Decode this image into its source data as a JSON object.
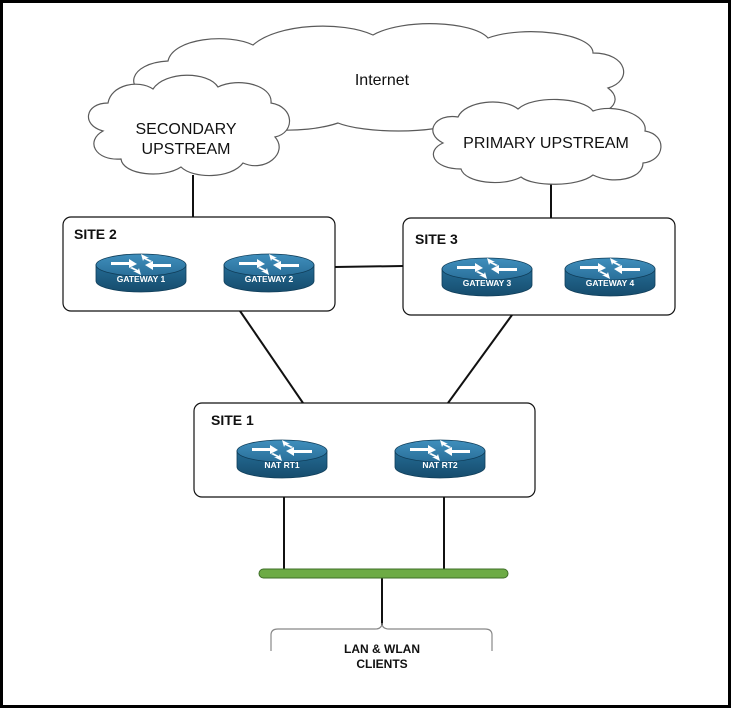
{
  "clouds": {
    "internet": "Internet",
    "secondary_line1": "SECONDARY",
    "secondary_line2": "UPSTREAM",
    "primary": "PRIMARY UPSTREAM"
  },
  "sites": {
    "site2": {
      "label": "SITE 2",
      "gateway_a": "GATEWAY 1",
      "gateway_b": "GATEWAY 2"
    },
    "site3": {
      "label": "SITE 3",
      "gateway_a": "GATEWAY 3",
      "gateway_b": "GATEWAY 4"
    },
    "site1": {
      "label": "SITE 1",
      "router_a": "NAT RT1",
      "router_b": "NAT RT2"
    }
  },
  "clients": {
    "line1": "LAN & WLAN",
    "line2": "CLIENTS"
  },
  "colors": {
    "router_top": "#2f7ba8",
    "router_side": "#1d5a80",
    "lan_bus": "#6dab45"
  }
}
